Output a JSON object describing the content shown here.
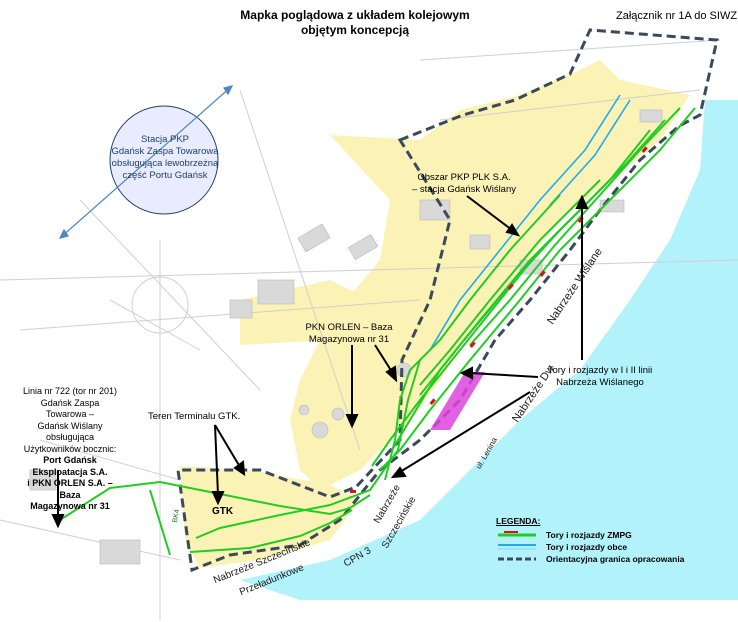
{
  "map": {
    "title_line1": "Mapka poglądowa z układem kolejowym",
    "title_line2": "objętym koncepcją",
    "annex": "Załącznik nr 1A do SIWZ"
  },
  "annotations": {
    "station_line1": "Stacja PKP",
    "station_line2": "Gdańsk Zaspa Towarowa",
    "station_line3": "obsługująca lewobrzeżną",
    "station_line4": "część Portu Gdańsk",
    "plk_line1": "Obszar PKP PLK S.A.",
    "plk_line2": "– stacja Gdańsk Wiślany",
    "orlen_line1": "PKN ORLEN – Baza",
    "orlen_line2": "Magazynowa nr 31",
    "tracks_line1": "Tory i rozjazdy w I i II linii",
    "tracks_line2": "Nabrzeża Wiślanego",
    "terminal": "Teren Terminalu GTK.",
    "gtk": "GTK",
    "line722_1": "Linia nr 722 (tor nr 201)",
    "line722_2": "Gdańsk Zaspa Towarowa –",
    "line722_3": "Gdańsk Wiślany obsługująca",
    "line722_4": "Użytkowników bocznic:",
    "line722_5": "Port Gdańsk Eksploatacja S.A.",
    "line722_6": "i PKN ORLEN S.A. – Baza",
    "line722_7": "Magazynowa nr 31"
  },
  "streets": {
    "wislane": "Nabrzeże Wiślane",
    "dw": "Nabrzeże Dw",
    "szczecinskie1": "Nabrzeże",
    "szczecinskie2": "Szczecińskie",
    "przeladunkowe1": "Nabrzeże Szczecińskie",
    "przeladunkowe2": "Przeładunkowe",
    "cpn": "CPN 3",
    "lenina": "ul. Lenina",
    "bocznica": "BK4"
  },
  "legend": {
    "title": "LEGENDA:",
    "items": [
      {
        "label": "Tory i rozjazdy ZMPG",
        "color": "#22cc22",
        "accent": "#e01010"
      },
      {
        "label": "Tory i rozjazdy obce",
        "color": "#22aaee",
        "accent": "#a0e0ff"
      },
      {
        "label": "Orientacyjna  granica opracowania",
        "color": "#3a4a5c",
        "accent": ""
      }
    ]
  },
  "colors": {
    "water": "#b2f2fb",
    "industrial": "#fbf3b5",
    "boundary": "#3a4a5c",
    "zmpg_track": "#22cc22",
    "foreign_track": "#22aaee",
    "switch": "#e01010",
    "magenta": "#dd44dd",
    "arrow_blue": "#4a86c8"
  }
}
